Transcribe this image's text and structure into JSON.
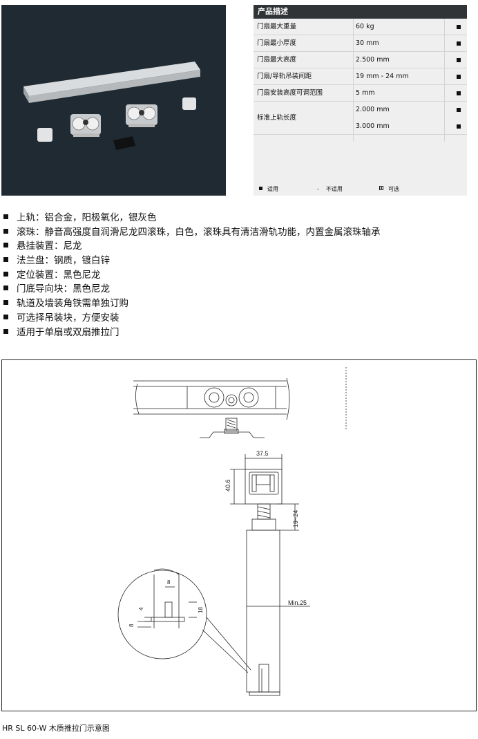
{
  "spec_table": {
    "title": "产品描述",
    "rows": [
      {
        "label": "门扇最大重量",
        "value": "60 kg",
        "mark": "■"
      },
      {
        "label": "门扇最小厚度",
        "value": "30 mm",
        "mark": "■"
      },
      {
        "label": "门扇最大高度",
        "value": "2.500 mm",
        "mark": "■"
      },
      {
        "label": "门扇/导轨吊装间距",
        "value": "19 mm - 24 mm",
        "mark": "■"
      },
      {
        "label": "门扇安装高度可调范围",
        "value": "5 mm",
        "mark": "■"
      },
      {
        "label": "标准上轨长度",
        "value": "2.000 mm",
        "mark": "■"
      },
      {
        "label": "",
        "value": "3.000 mm",
        "mark": "■"
      }
    ],
    "legend": {
      "applicable": "适用",
      "not_applicable_symbol": "-",
      "not_applicable": "不适用",
      "optional": "可选"
    }
  },
  "features": [
    "上轨：铝合金，阳极氧化，银灰色",
    "滚珠：静音高强度自润滑尼龙四滚珠，白色，滚珠具有清洁滑轨功能，内置金属滚珠轴承",
    "悬挂装置：尼龙",
    "法兰盘：钢质，镀白锌",
    "定位装置：黑色尼龙",
    "门底导向块：黑色尼龙",
    "轨道及墙装角铁需单独订购",
    "可选择吊装块，方便安装",
    "适用于单扇或双扇推拉门"
  ],
  "drawing": {
    "dim_width": "37.5",
    "dim_height": "40.6",
    "dim_gap": "19~24",
    "dim_min": "Min.25",
    "detail_8_top": "8",
    "detail_4": "4",
    "detail_18": "18",
    "detail_8_left": "8"
  },
  "caption": "HR SL 60-W 木质推拉门示意图",
  "colors": {
    "photo_bg": "#1f2a33",
    "table_header": "#303436",
    "table_bg": "#efefef"
  }
}
